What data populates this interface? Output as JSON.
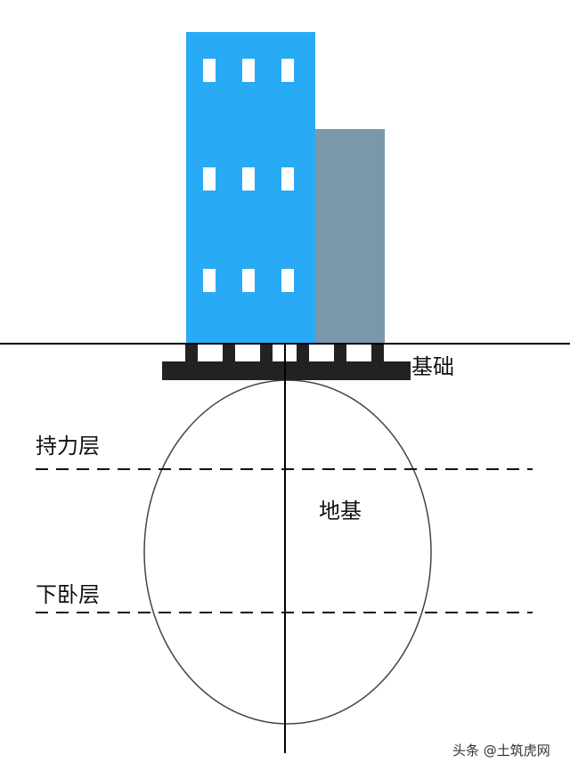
{
  "labels": {
    "foundation": "基础",
    "bearing_layer": "持力层",
    "subgrade": "地基",
    "underlying_layer": "下卧层"
  },
  "watermark": "头条 @土筑虎网",
  "colors": {
    "building_main": "#29aaf5",
    "building_annex": "#7a98aa",
    "foundation": "#222222",
    "window": "#ffffff"
  }
}
